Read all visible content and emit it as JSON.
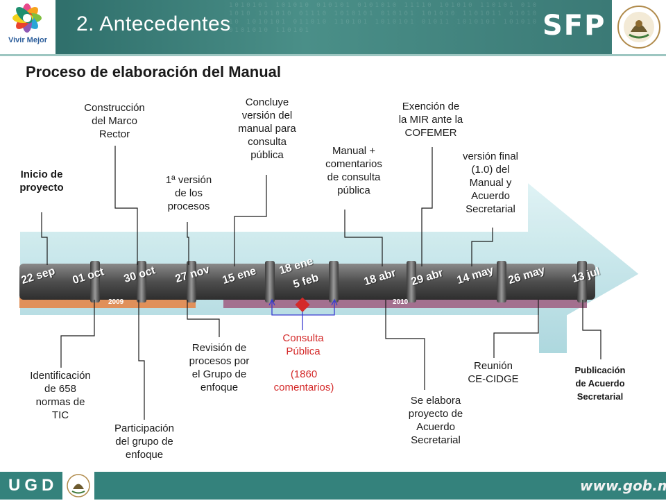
{
  "header": {
    "logo_text": "Vivir Mejor",
    "title": "2. Antecedentes",
    "brand": "SFP",
    "binary_text": "1010101 101010 010101 0101010 11110 101010 110101 0101010 101010 01110 1010101 010101 101010 1101011 0101010 1010101 011010 110101 1010101 01011 1010101 101010 0101010 110101"
  },
  "subtitle": "Proceso de elaboración del Manual",
  "years": {
    "y2009": "2009",
    "y2010": "2010"
  },
  "dates": {
    "d1": "22 sep",
    "d2": "01 oct",
    "d3": "30 oct",
    "d4": "27 nov",
    "d5": "15 ene",
    "d6": "18 ene",
    "d7": "5 feb",
    "d8": "18 abr",
    "d9": "29 abr",
    "d10": "14 may",
    "d11": "26 may",
    "d12": "13 jul"
  },
  "top_labels": {
    "inicio": "Inicio de\nproyecto",
    "construccion": "Construcción\ndel Marco\nRector",
    "primera_version": "1ª versión\nde los\nprocesos",
    "concluye": "Concluye\nversión del\nmanual para\nconsulta\npública",
    "manual_comentarios": "Manual  +\ncomentarios\nde consulta\npública",
    "exencion": "Exención de\nla MIR ante la\nCOFEMER",
    "version_final": "versión final\n(1.0) del\nManual y\nAcuerdo\nSecretarial"
  },
  "bottom_labels": {
    "identificacion": "Identificación\nde 658\nnormas de\nTIC",
    "participacion": "Participación\ndel grupo de\nenfoque",
    "revision": "Revisión de\nprocesos por\nel Grupo de\nenfoque",
    "consulta": "Consulta\nPública",
    "comentarios": "(1860\ncomentarios)",
    "se_elabora": "Se elabora\nproyecto de\nAcuerdo\nSecretarial",
    "reunion": "Reunión\nCE-CIDGE",
    "publicacion": "Publicación\nde Acuerdo\nSecretarial"
  },
  "footer": {
    "text": "UGD",
    "site": "www.gob.mx"
  },
  "colors": {
    "header_teal": "#3f7f7a",
    "arrow_fill": "#bfe3e8",
    "bar_gray": "#5a5a5a",
    "year_2009": "#e0905a",
    "year_2010": "#a3708f",
    "consulta_red": "#d42a2a",
    "bracket_blue": "#3a3ad0",
    "footer_teal": "#34827c"
  },
  "icons": [
    "vivir-mejor-flower-logo",
    "mexico-seal-icon",
    "consulta-diamond-icon"
  ]
}
